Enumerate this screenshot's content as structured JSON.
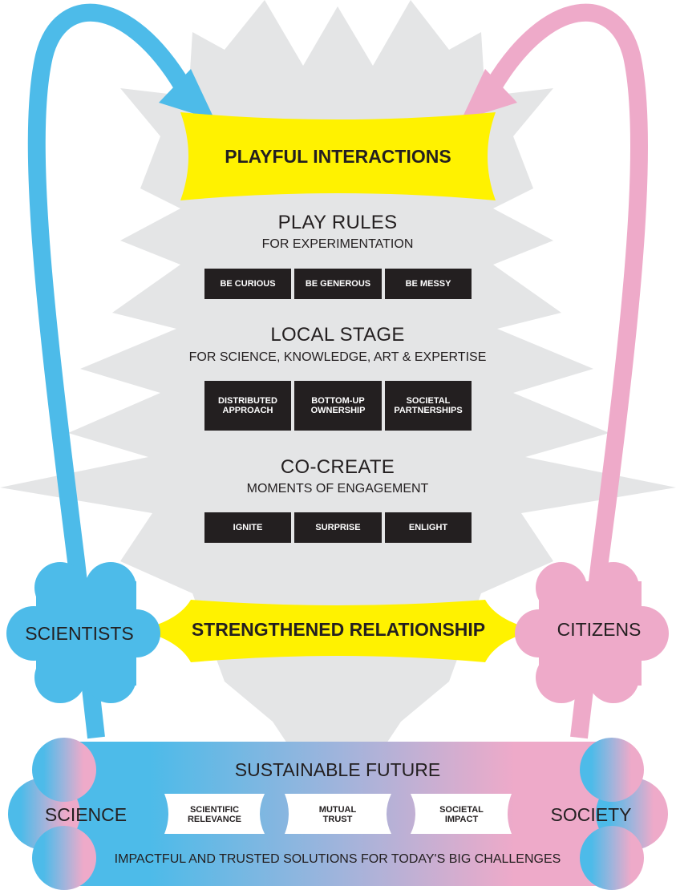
{
  "banner_top": "PLAYFUL INTERACTIONS",
  "play_rules": {
    "title": "PLAY RULES",
    "subtitle": "FOR EXPERIMENTATION",
    "items": [
      "BE CURIOUS",
      "BE GENEROUS",
      "BE MESSY"
    ]
  },
  "local_stage": {
    "title": "LOCAL STAGE",
    "subtitle": "FOR SCIENCE, KNOWLEDGE, ART & EXPERTISE",
    "items": [
      "DISTRIBUTED\nAPPROACH",
      "BOTTOM-UP\nOWNERSHIP",
      "SOCIETAL\nPARTNERSHIPS"
    ]
  },
  "co_create": {
    "title": "CO-CREATE",
    "subtitle": "MOMENTS OF ENGAGEMENT",
    "items": [
      "IGNITE",
      "SURPRISE",
      "ENLIGHT"
    ]
  },
  "banner_middle": "STRENGTHENED RELATIONSHIP",
  "left_node": "SCIENTISTS",
  "right_node": "CITIZENS",
  "future": {
    "title": "SUSTAINABLE FUTURE",
    "left": "SCIENCE",
    "right": "SOCIETY",
    "pills": [
      "SCIENTIFIC\nRELEVANCE",
      "MUTUAL\nTRUST",
      "SOCIETAL\nIMPACT"
    ],
    "footer": "IMPACTFUL AND TRUSTED SOLUTIONS FOR TODAY'S BIG CHALLENGES"
  },
  "colors": {
    "blue": "#4dbbe9",
    "pink": "#eeaac9",
    "yellow": "#fff200",
    "grey": "#e4e5e6",
    "box": "#231f20"
  }
}
